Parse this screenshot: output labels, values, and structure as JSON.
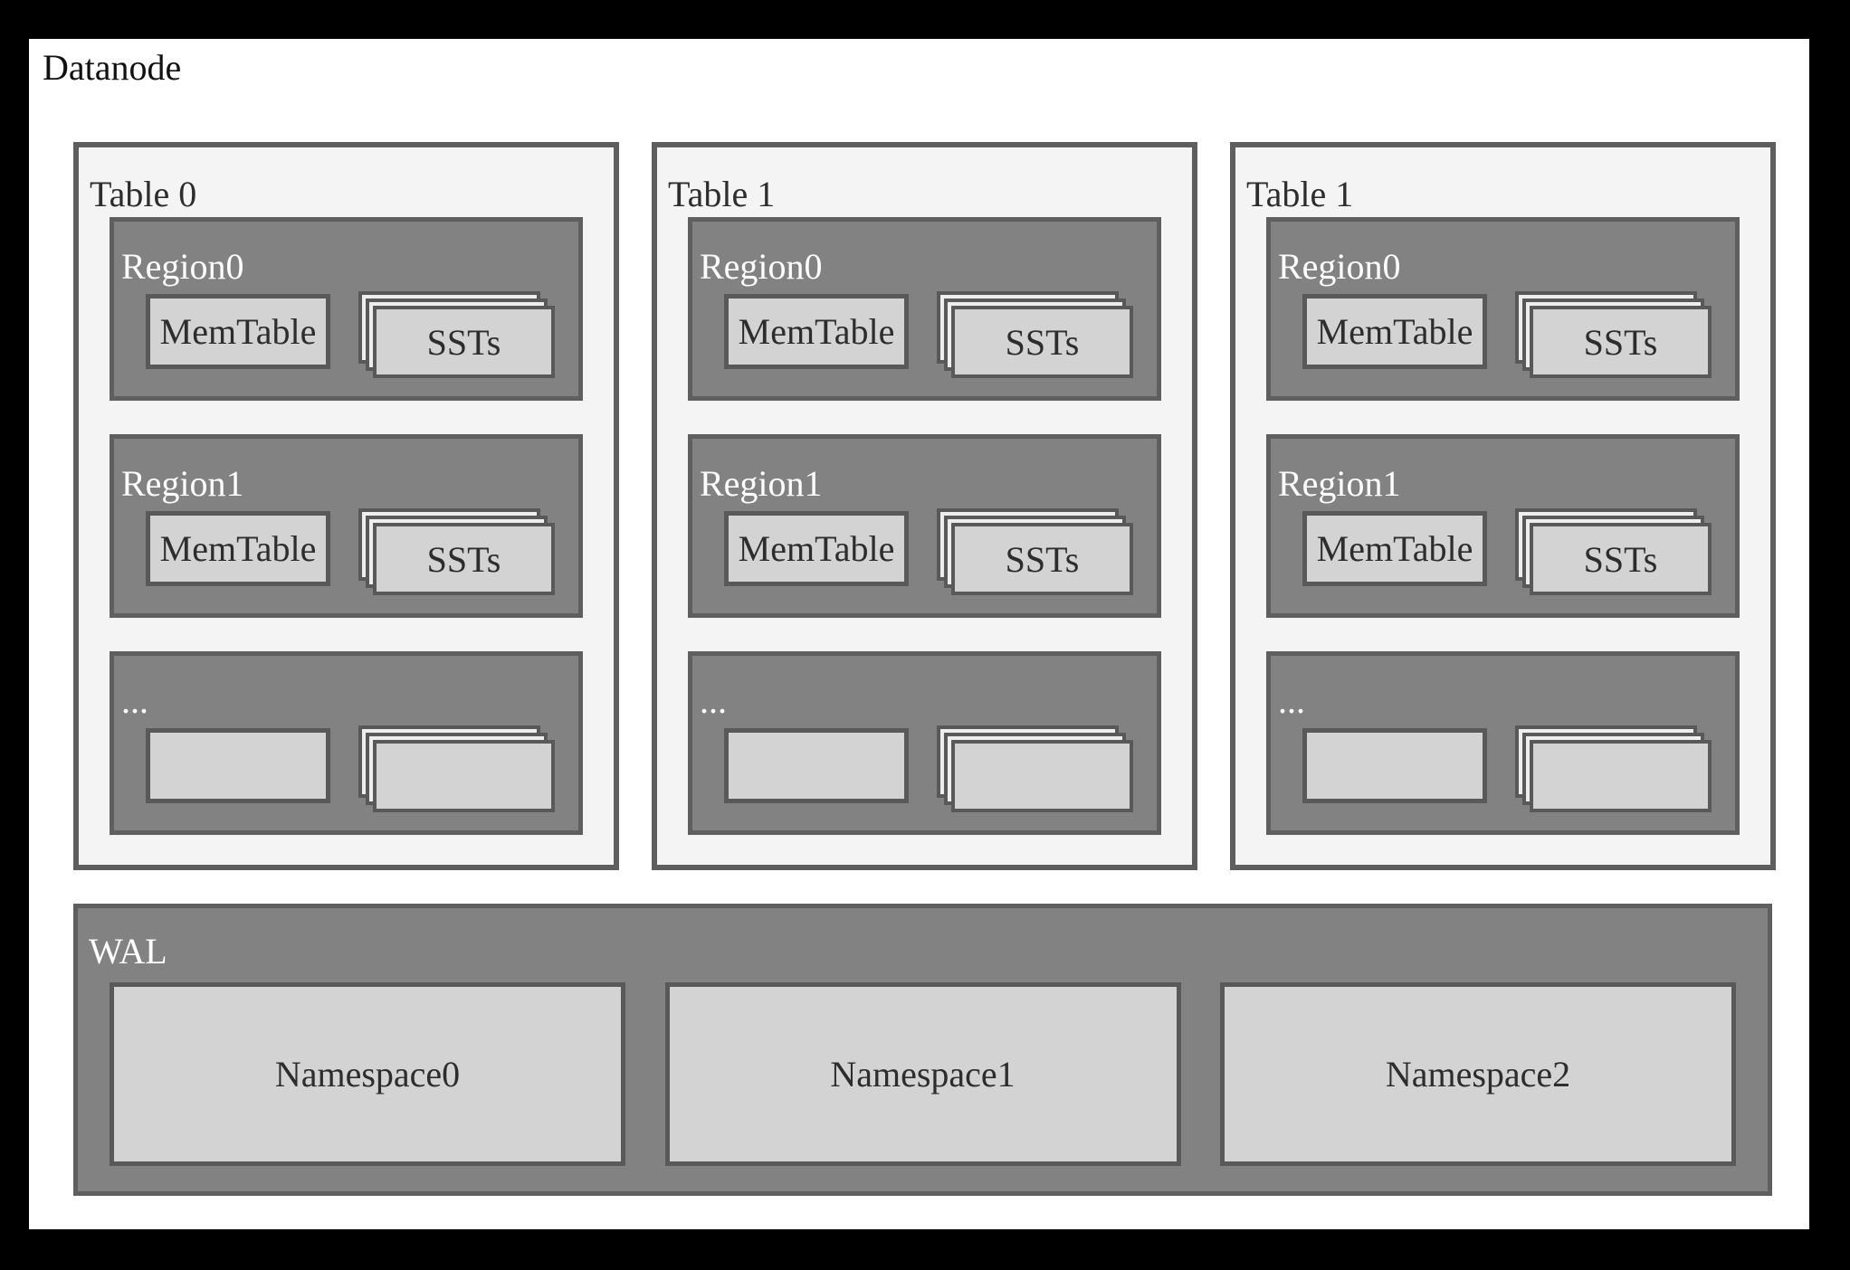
{
  "title": "Datanode",
  "colors": {
    "frame": "#000000",
    "page_background": "#ffffff",
    "table_fill": "#f4f4f4",
    "table_border": "#5e5e5e",
    "region_fill": "#828282",
    "region_border": "#5f5f5f",
    "light_box_fill": "#d3d3d3",
    "light_box_border": "#595959",
    "sst_back_page_fill": "#eeeeee",
    "dark_text": "#2d2d2d",
    "light_text": "#ffffff"
  },
  "tables": [
    {
      "label": "Table 0",
      "regions": [
        {
          "label": "Region0",
          "memtable": "MemTable",
          "ssts": "SSTs"
        },
        {
          "label": "Region1",
          "memtable": "MemTable",
          "ssts": "SSTs"
        },
        {
          "label": "...",
          "memtable": "",
          "ssts": ""
        }
      ]
    },
    {
      "label": "Table 1",
      "regions": [
        {
          "label": "Region0",
          "memtable": "MemTable",
          "ssts": "SSTs"
        },
        {
          "label": "Region1",
          "memtable": "MemTable",
          "ssts": "SSTs"
        },
        {
          "label": "...",
          "memtable": "",
          "ssts": ""
        }
      ]
    },
    {
      "label": "Table 1",
      "regions": [
        {
          "label": "Region0",
          "memtable": "MemTable",
          "ssts": "SSTs"
        },
        {
          "label": "Region1",
          "memtable": "MemTable",
          "ssts": "SSTs"
        },
        {
          "label": "...",
          "memtable": "",
          "ssts": ""
        }
      ]
    }
  ],
  "wal": {
    "label": "WAL",
    "namespaces": [
      "Namespace0",
      "Namespace1",
      "Namespace2"
    ]
  }
}
